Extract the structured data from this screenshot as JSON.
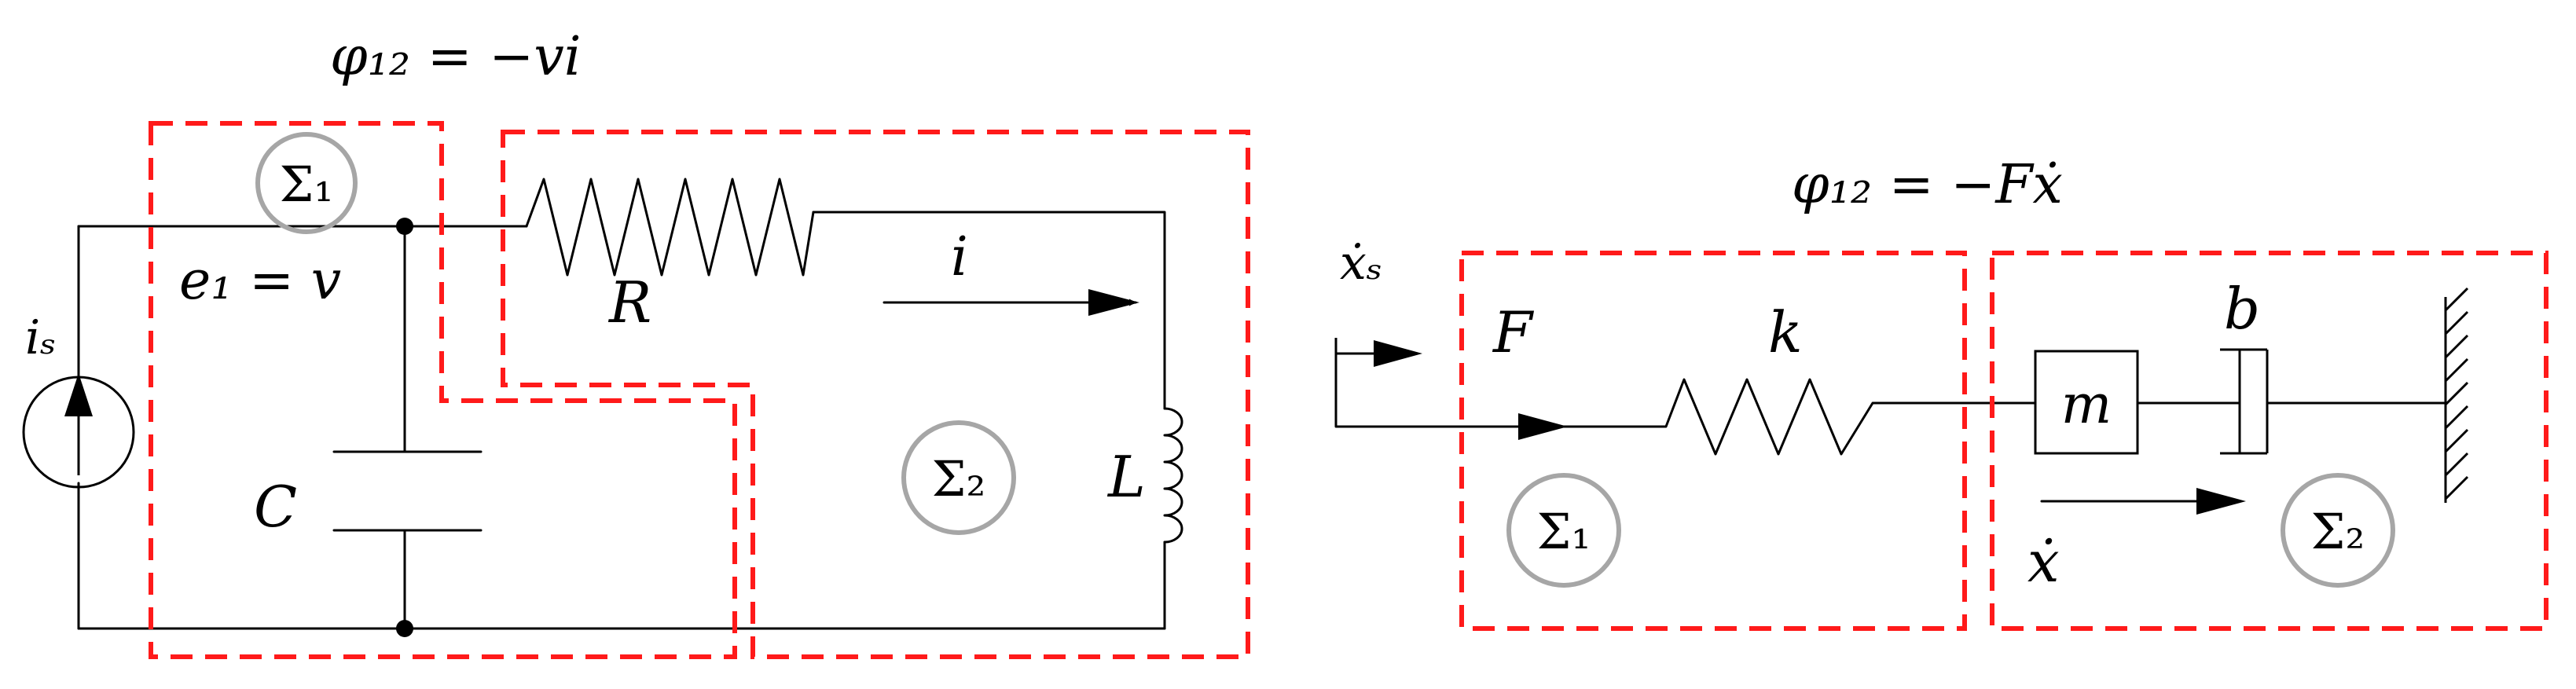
{
  "left": {
    "flux": "φ₁₂ = −vi",
    "source": "iₛ",
    "node_voltage": "e₁ = v",
    "resistor": "R",
    "current": "i",
    "capacitor": "C",
    "inductor": "L",
    "sigma1": "Σ₁",
    "sigma2": "Σ₂"
  },
  "right": {
    "flux": "φ₁₂ = −Fẋ",
    "velocity_source": "ẋₛ",
    "force": "F",
    "spring": "k",
    "damper": "b",
    "mass": "m",
    "velocity": "ẋ",
    "sigma1": "Σ₁",
    "sigma2": "Σ₂"
  },
  "colors": {
    "subsystem_border": "#ff1a1a",
    "subsystem_marker": "#a6a6a6",
    "wire": "#000000"
  }
}
